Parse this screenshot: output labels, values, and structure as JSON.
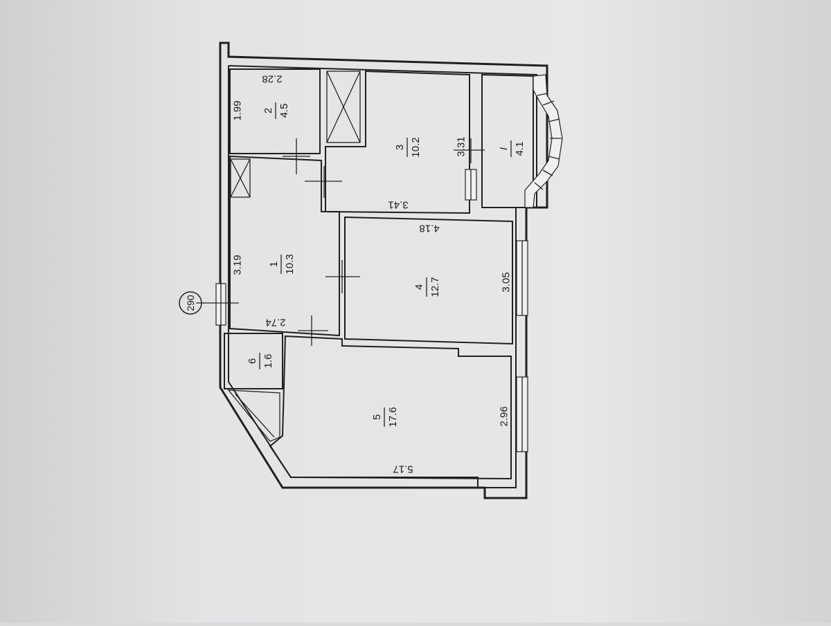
{
  "plan": {
    "marker": "290",
    "rooms": [
      {
        "id": "r1",
        "number": "1",
        "area": "10.3"
      },
      {
        "id": "r2",
        "number": "2",
        "area": "4.5"
      },
      {
        "id": "r3",
        "number": "3",
        "area": "10.2"
      },
      {
        "id": "r4",
        "number": "4",
        "area": "12.7"
      },
      {
        "id": "r5",
        "number": "5",
        "area": "17.6"
      },
      {
        "id": "r6",
        "number": "6",
        "area": "1.6"
      },
      {
        "id": "rb",
        "number": "I",
        "area": "4.1"
      }
    ],
    "dimensions": {
      "d_199": "1.99",
      "d_228": "2.28",
      "d_319": "3.19",
      "d_274": "2.74",
      "d_341": "3.41",
      "d_331": "3.31",
      "d_418": "4.18",
      "d_305": "3.05",
      "d_296": "2.96",
      "d_517": "5.17"
    }
  }
}
